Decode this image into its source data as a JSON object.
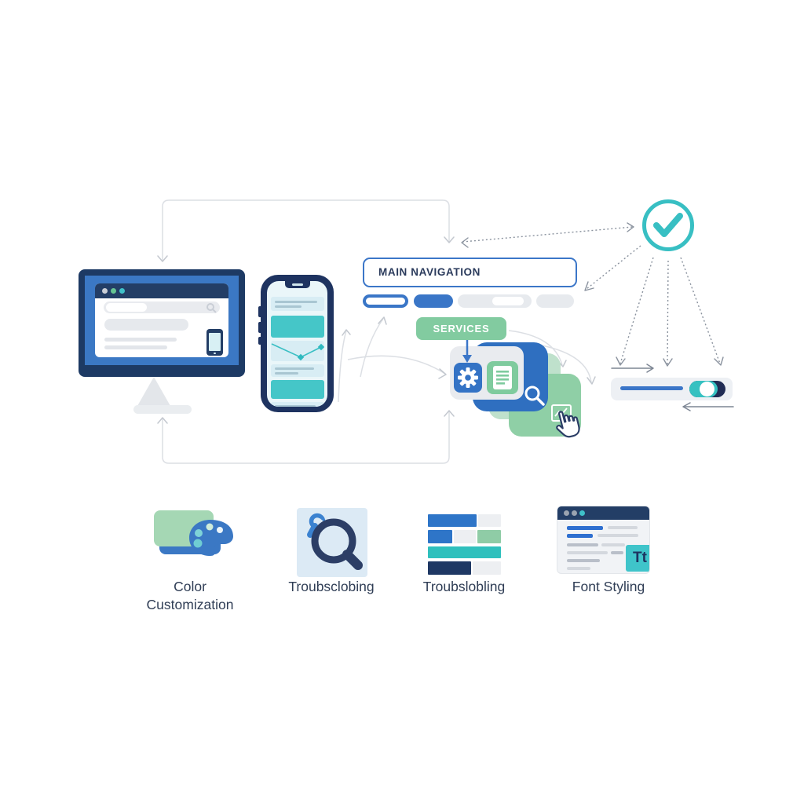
{
  "labels": {
    "main_navigation": "MAIN NAVIGATION",
    "services": "SERVICES",
    "font_sample": "Tt"
  },
  "features": [
    {
      "label": "Color Customization",
      "icon": "color-palette-icon"
    },
    {
      "label": "Troubsclobing",
      "icon": "wrench-magnifier-icon"
    },
    {
      "label": "Troubslobling",
      "icon": "content-blocks-icon"
    },
    {
      "label": "Font Styling",
      "icon": "font-styling-browser-icon"
    }
  ],
  "icons": [
    "gear-icon",
    "document-icon",
    "search-icon",
    "image-chart-icon",
    "checkmark-icon",
    "cursor-hand-icon",
    "search-icon-browser",
    "phone-icon"
  ],
  "colors": {
    "navy": "#223e66",
    "blue": "#3b76c7",
    "teal": "#3bbfc4",
    "green": "#85cba2",
    "light_green": "#bfe1cc",
    "light_gray": "#e8eaee",
    "panel_gray": "#edf0f4",
    "label_text": "#2f3d55"
  }
}
